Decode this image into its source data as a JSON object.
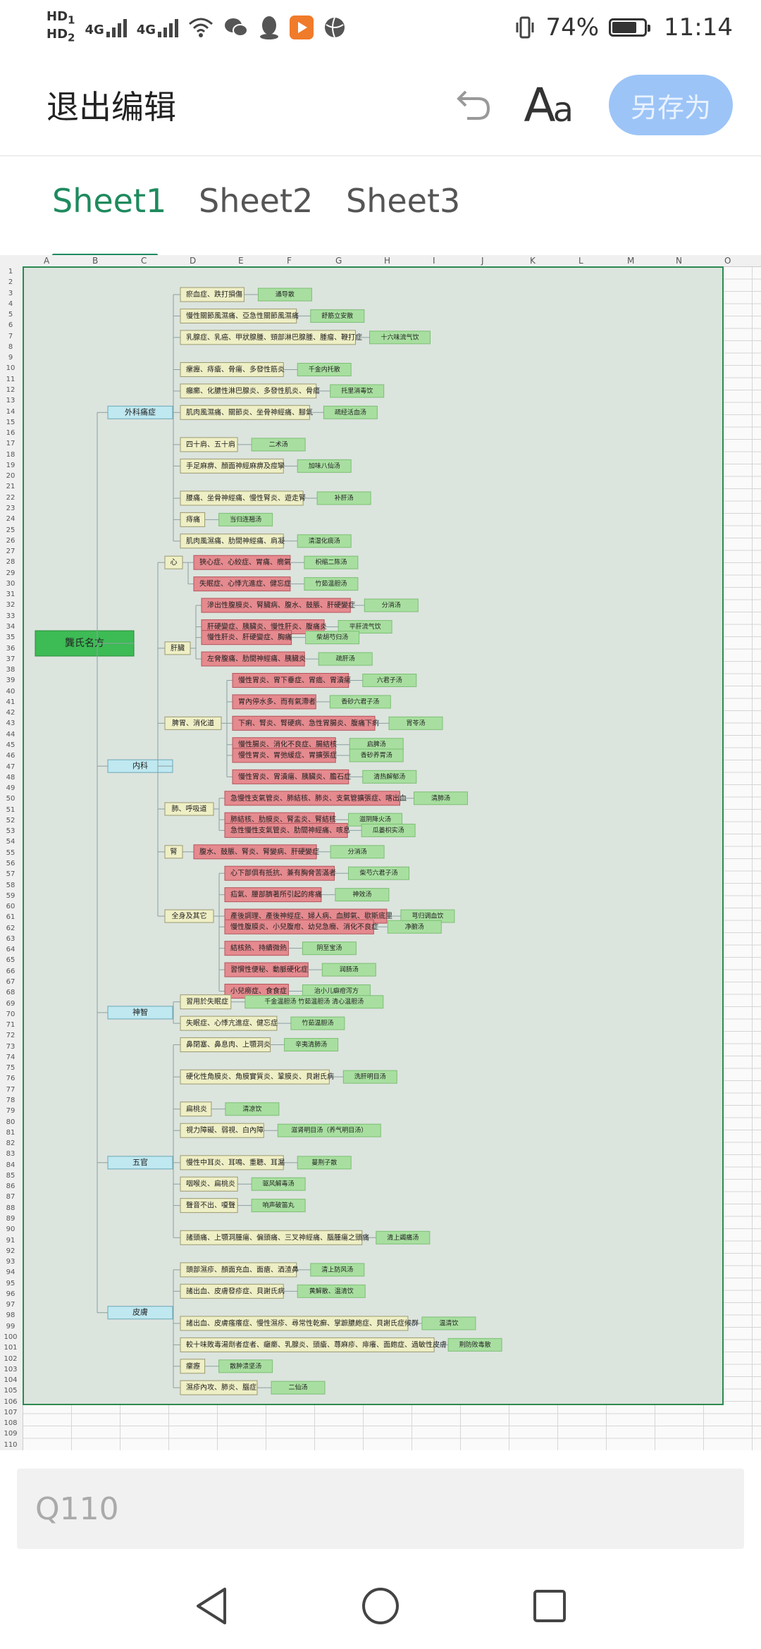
{
  "status": {
    "hd1": "HD",
    "hd1_sub": "1",
    "hd2": "HD",
    "hd2_sub": "2",
    "net1": "4G",
    "net2": "4G",
    "battery_pct": "74%",
    "battery_level": 0.74,
    "time": "11:14"
  },
  "toolbar": {
    "exit": "退出编辑",
    "font_icon_big": "A",
    "font_icon_small": "a",
    "save_as": "另存为"
  },
  "tabs": [
    {
      "label": "Sheet1",
      "active": true
    },
    {
      "label": "Sheet2",
      "active": false
    },
    {
      "label": "Sheet3",
      "active": false
    }
  ],
  "columns": [
    "A",
    "B",
    "C",
    "D",
    "E",
    "F",
    "G",
    "H",
    "I",
    "J",
    "K",
    "L",
    "M",
    "N",
    "O"
  ],
  "row_count": 110,
  "cell_ref": "Q110",
  "colors": {
    "root_fill": "#3dbb55",
    "cat_fill": "#bfe8f0",
    "yellow_fill": "#efefc6",
    "red_fill": "#e58a8f",
    "green_fill": "#a8dfa0",
    "accent_green": "#1e8a5e",
    "save_blue": "#9cc4f7"
  },
  "mindmap": {
    "root": "龔氏名方",
    "categories": [
      {
        "name": "外科痛症",
        "items": [
          {
            "t": "瘀血症、跌打損傷",
            "r": "通导散",
            "c": "y"
          },
          {
            "t": "慢性關節風濕痛、亞急性關節風濕痛",
            "r": "舒筋立安散",
            "c": "y"
          },
          {
            "t": "乳腺症、乳癌、甲狀腺腫、頸部淋巴腺腫、腫瘤、鞭打症",
            "r": "十六味流气饮",
            "c": "y"
          },
          {
            "t": "瘰癧、痔瘡、骨瘍、多發性筋炎",
            "r": "千金内托散",
            "c": "y"
          },
          {
            "t": "癰癤、化膿性淋巴腺炎、多發性肌炎、骨瘍",
            "r": "托里消毒饮",
            "c": "y"
          },
          {
            "t": "肌肉風濕痛、關節炎、坐骨神經痛、腳氣",
            "r": "疏经活血汤",
            "c": "y"
          },
          {
            "t": "四十肩、五十肩",
            "r": "二术汤",
            "c": "y"
          },
          {
            "t": "手足麻痹、顏面神經麻痹及痙攣",
            "r": "加味八仙汤",
            "c": "y"
          },
          {
            "t": "腰痛、坐骨神經痛、慢性腎炎、遊走腎",
            "r": "补肝汤",
            "c": "y"
          },
          {
            "t": "痔痛",
            "r": "当归连翘汤",
            "c": "y"
          },
          {
            "t": "肌肉風濕痛、肋間神經痛、肩凝",
            "r": "清湿化痰汤",
            "c": "y"
          }
        ]
      },
      {
        "name": "内科",
        "subs": [
          {
            "name": "心",
            "items": [
              {
                "t": "狹心症、心絞症、胃痛、癇氣",
                "r": "枳缩二陈汤",
                "c": "r"
              },
              {
                "t": "失眠症、心悸亢進症、健忘症",
                "r": "竹茹温胆汤",
                "c": "r"
              }
            ]
          },
          {
            "name": "肝臟",
            "items": [
              {
                "t": "滲出性腹膜炎、腎臟病、腹水、鼓脹、肝硬變症",
                "r": "分消汤",
                "c": "r"
              },
              {
                "t": "肝硬變症、胰臟炎、慢性肝炎、腹痛炎",
                "r": "平肝流气饮",
                "c": "r"
              },
              {
                "t": "慢性肝炎、肝硬變症、胸痛",
                "r": "柴胡芍归汤",
                "c": "r"
              },
              {
                "t": "左脅腹痛、肋間神經痛、胰臟炎",
                "r": "疏肝汤",
                "c": "r"
              }
            ]
          },
          {
            "name": "脾胃、消化道",
            "items": [
              {
                "t": "慢性胃炎、胃下垂症、胃癌、胃潰瘍",
                "r": "六君子汤",
                "c": "r"
              },
              {
                "t": "胃內停水多、而有氣滯者",
                "r": "香砂六君子汤",
                "c": "r"
              },
              {
                "t": "下痢、腎炎、腎硬病、急性胃腸炎、腹痛下痢",
                "r": "胃苓汤",
                "c": "r"
              },
              {
                "t": "慢性腸炎、消化不良症、腸結核",
                "r": "启脾汤",
                "c": "r"
              },
              {
                "t": "慢性胃炎、胃弛緩症、胃擴張症",
                "r": "香砂养胃汤",
                "c": "r"
              },
              {
                "t": "慢性胃炎、胃潰瘍、胰臟炎、膽石症",
                "r": "清热解郁汤",
                "c": "r"
              }
            ]
          },
          {
            "name": "肺、呼吸道",
            "items": [
              {
                "t": "急慢性支氣管炎、肺結核、肺炎、支氣管擴張症、喀出血",
                "r": "清肺汤",
                "c": "r"
              },
              {
                "t": "肺結核、肋膜炎、腎盂炎、腎結核",
                "r": "滋阴降火汤",
                "c": "r"
              },
              {
                "t": "急性慢性支氣管炎、肋間神經痛、咳息",
                "r": "瓜蒌枳实汤",
                "c": "r"
              }
            ]
          },
          {
            "name": "腎",
            "items": [
              {
                "t": "腹水、鼓脹、腎炎、腎變病、肝硬變症",
                "r": "分消汤",
                "c": "r"
              }
            ]
          },
          {
            "name": "全身及其它",
            "items": [
              {
                "t": "心下部俱有抵抗、兼有胸脅苦滿者",
                "r": "柴芍六君子汤",
                "c": "r"
              },
              {
                "t": "疝氣、腰部臍著所引起的疼痛",
                "r": "神效汤",
                "c": "r"
              },
              {
                "t": "產後調理、產後神經症、婦人病、血脚氣、歇斯底里",
                "r": "芎归调血饮",
                "c": "r"
              },
              {
                "t": "慢性腹膜炎、小兒腹疳、幼兒急癇、消化不良症",
                "r": "净腑汤",
                "c": "r"
              },
              {
                "t": "結核熱、持續微熱",
                "r": "阴至宝汤",
                "c": "r"
              },
              {
                "t": "習慣性便秘、動脈硬化症",
                "r": "润肠汤",
                "c": "r"
              },
              {
                "t": "小兒癆症、食食症",
                "r": "治小儿癖疳泻方",
                "c": "r"
              }
            ]
          }
        ]
      },
      {
        "name": "神智",
        "items": [
          {
            "t": "習用於失眠症",
            "r": "千金温胆汤 竹茹温胆汤 清心温胆汤",
            "c": "y"
          },
          {
            "t": "失眠症、心悸亢進症、健忘症",
            "r": "竹茹温胆汤",
            "c": "y"
          }
        ]
      },
      {
        "name": "五官",
        "items": [
          {
            "t": "鼻閉塞、鼻息肉、上顎洞炎",
            "r": "辛夷清肺汤",
            "c": "y"
          },
          {
            "t": "硬化性角膜炎、角膜實質炎、鞏膜炎、貝謝氏病",
            "r": "洗肝明目汤",
            "c": "y"
          },
          {
            "t": "扁桃炎",
            "r": "清凉饮",
            "c": "y"
          },
          {
            "t": "視力障礙、弱視、白內障",
            "r": "滋肾明目汤（养气明目汤）",
            "c": "y"
          },
          {
            "t": "慢性中耳炎、耳鳴、重聽、耳漏",
            "r": "蔓荆子散",
            "c": "y"
          },
          {
            "t": "咽喉炎、扁桃炎",
            "r": "驱风解毒汤",
            "c": "y"
          },
          {
            "t": "聲音不出、嗄聲",
            "r": "响声破笛丸",
            "c": "y"
          },
          {
            "t": "諸頭痛、上顎洞腫瘍、偏頭痛、三叉神經痛、腦腫瘍之頭痛",
            "r": "清上蠲痛汤",
            "c": "y"
          }
        ]
      },
      {
        "name": "皮膚",
        "items": [
          {
            "t": "頭部濕疹、顏面充血、面瘡、酒渣鼻",
            "r": "清上防风汤",
            "c": "y"
          },
          {
            "t": "諸出血、皮膚發疹症、貝謝氏病",
            "r": "黄解散、温清饮",
            "c": "y"
          },
          {
            "t": "諸出血、皮膚瘙癢症、慢性濕疹、尋常性乾癬、掌蹠膿皰症、貝謝氏症候群",
            "r": "温清饮",
            "c": "y"
          },
          {
            "t": "較十味敗毒湯劑者症者、癰癤、乳腺炎、頭瘡、蕁麻疹、痱癢、面皰症、過敏性皮膚",
            "r": "荆防败毒散",
            "c": "y"
          },
          {
            "t": "瘰癧",
            "r": "散肿溃坚汤",
            "c": "y"
          },
          {
            "t": "濕疹內攻、肺炎、腦症",
            "r": "二仙汤",
            "c": "y"
          }
        ]
      }
    ]
  }
}
